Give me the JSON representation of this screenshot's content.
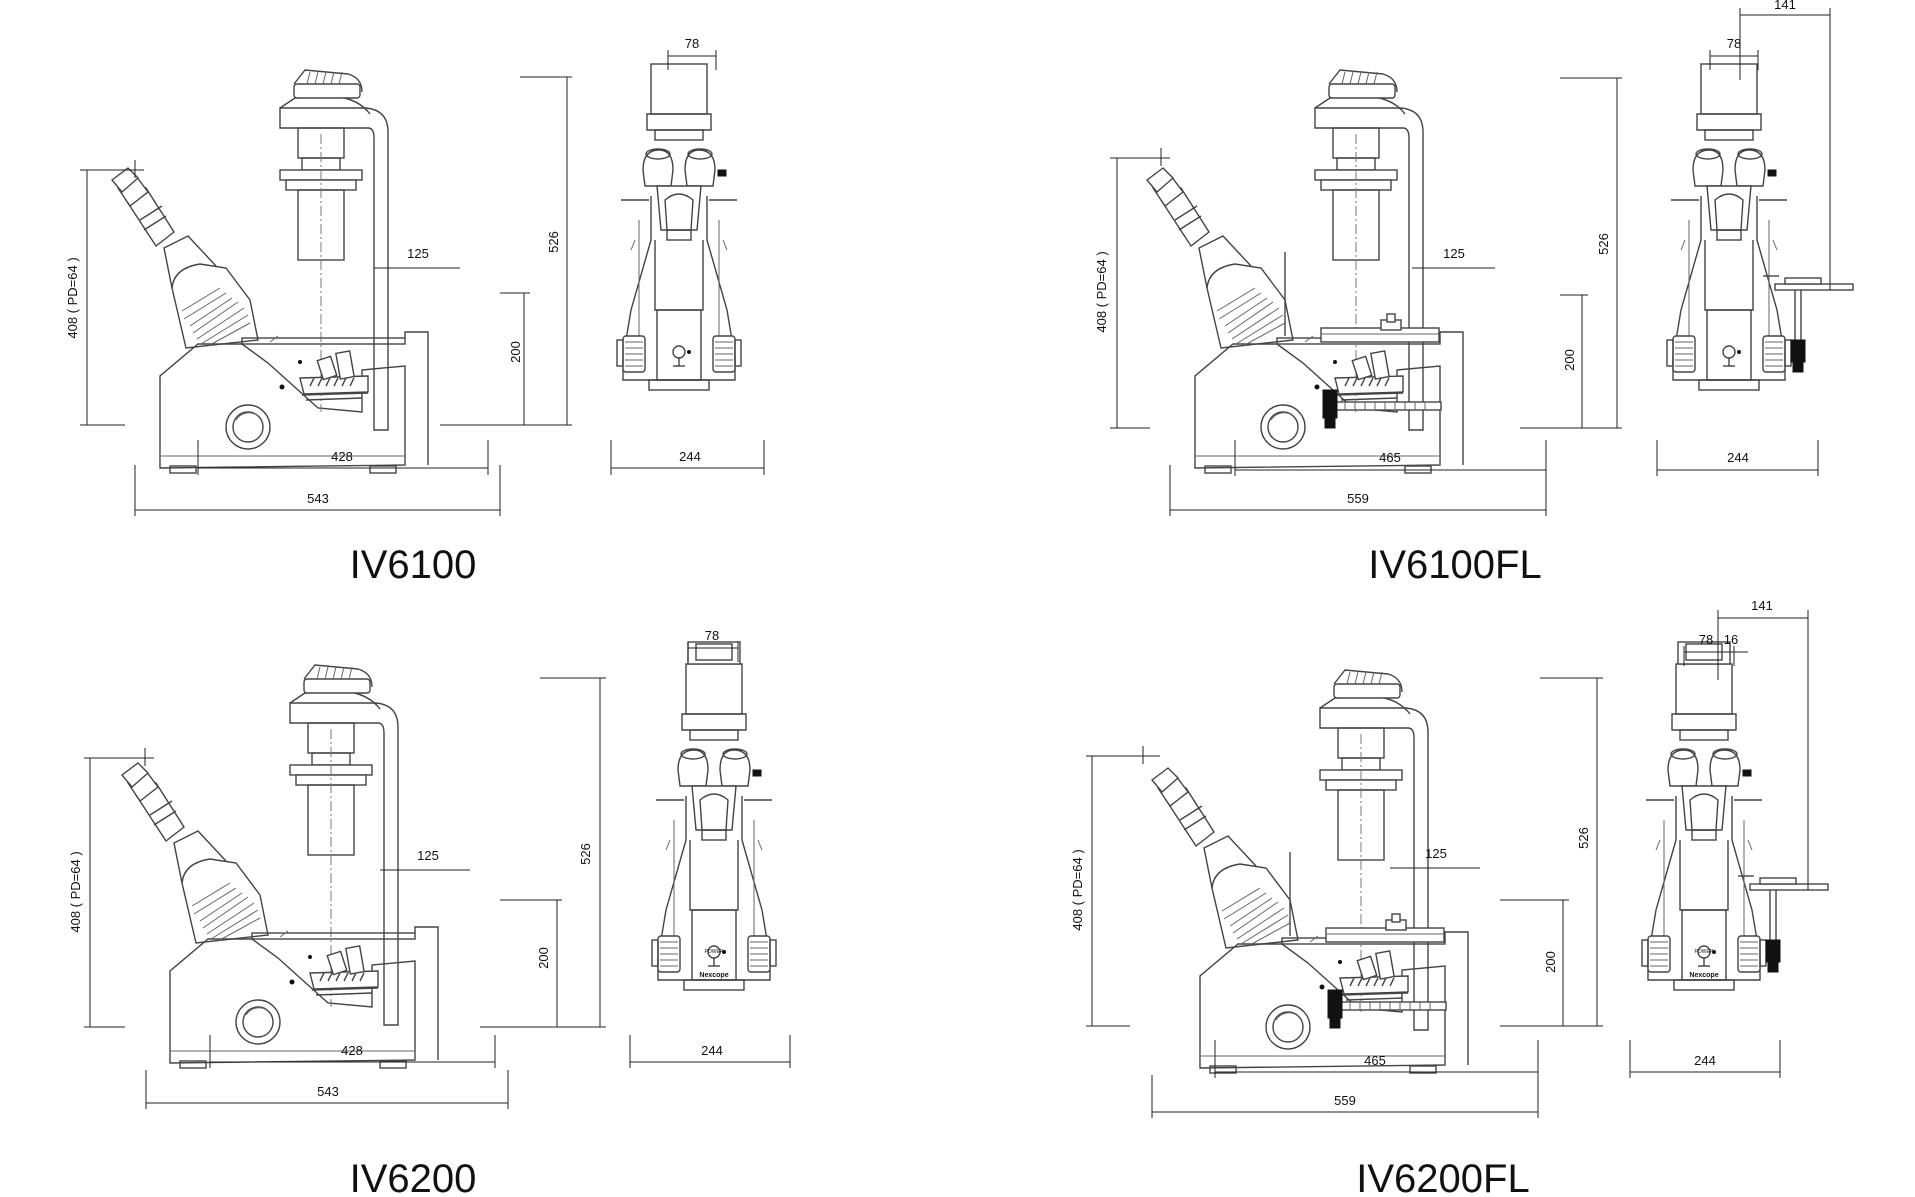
{
  "drawings": [
    {
      "model": "IV6100",
      "variant": "standard",
      "dimensions": {
        "height_with_pd": "408 ( PD=64 )",
        "total_height": "526",
        "arm_reach": "125",
        "stage_height": "200",
        "base_length": "428",
        "total_length": "543",
        "eyepiece_width": "78",
        "front_width": "244"
      }
    },
    {
      "model": "IV6100FL",
      "variant": "fluorescence",
      "dimensions": {
        "height_with_pd": "408 ( PD=64 )",
        "total_height": "526",
        "arm_reach": "125",
        "stage_height": "200",
        "base_length": "465",
        "total_length": "559",
        "eyepiece_width": "78",
        "front_width": "244",
        "fl_offset": "141"
      }
    },
    {
      "model": "IV6200",
      "variant": "standard-display",
      "dimensions": {
        "height_with_pd": "408 ( PD=64 )",
        "total_height": "526",
        "arm_reach": "125",
        "stage_height": "200",
        "base_length": "428",
        "total_length": "543",
        "eyepiece_width": "78",
        "front_width": "244"
      },
      "front_labels": {
        "power": "POWER",
        "brand": "Nexcope"
      }
    },
    {
      "model": "IV6200FL",
      "variant": "fluorescence-display",
      "dimensions": {
        "height_with_pd": "408 ( PD=64 )",
        "total_height": "526",
        "arm_reach": "125",
        "stage_height": "200",
        "base_length": "465",
        "total_length": "559",
        "eyepiece_width": "78",
        "eyepiece_extra": "16",
        "front_width": "244",
        "fl_offset": "141"
      },
      "front_labels": {
        "power": "POWER",
        "brand": "Nexcope"
      }
    }
  ],
  "colors": {
    "line": "#444444",
    "dimension": "#222222",
    "text": "#111111",
    "knob": "#111111"
  }
}
